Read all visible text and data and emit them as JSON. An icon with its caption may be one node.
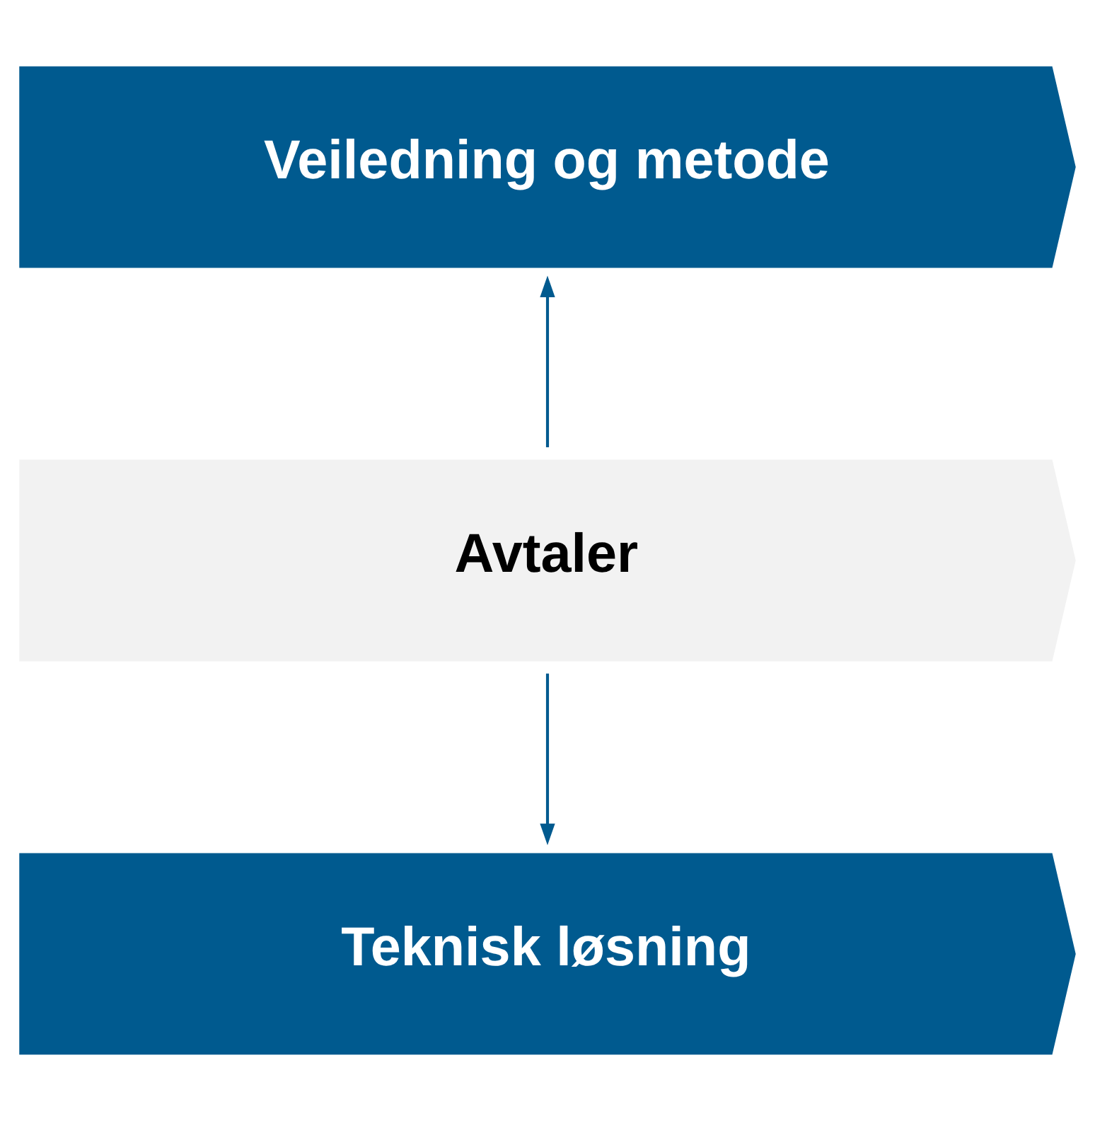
{
  "diagram": {
    "nodes": [
      {
        "text": [
          "Veiledning og metode"
        ]
      },
      {
        "text": [
          "Avtaler"
        ]
      },
      {
        "text": [
          "Teknisk løsning"
        ]
      }
    ],
    "edges": [
      {
        "from": 1,
        "to": 0,
        "arrow": "to"
      },
      {
        "from": 1,
        "to": 2,
        "arrow": "to"
      }
    ]
  }
}
